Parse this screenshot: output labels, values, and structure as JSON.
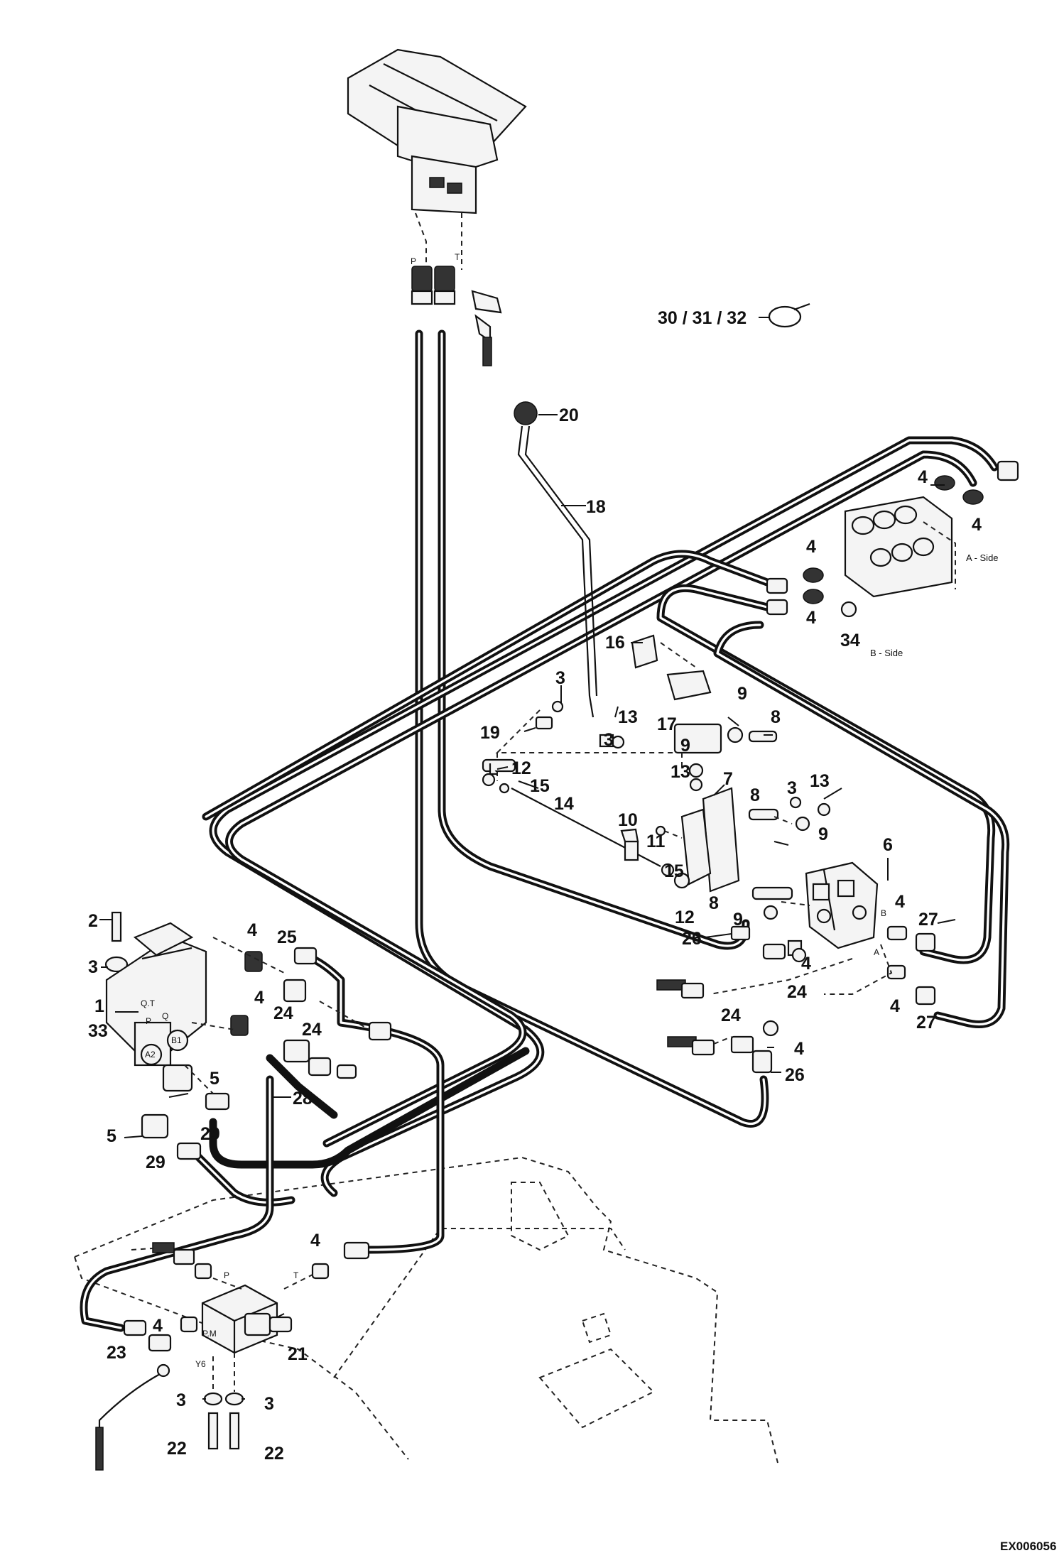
{
  "callouts": {
    "c20": "20",
    "c18": "18",
    "c16": "16",
    "c3a": "3",
    "c13a": "13",
    "c3b": "3",
    "c19": "19",
    "c17": "17",
    "c9a": "9",
    "c8a": "8",
    "c9b": "9",
    "c13b": "13",
    "c12a": "12",
    "c15a": "15",
    "c14": "14",
    "c7": "7",
    "c8b": "8",
    "c3c": "3",
    "c13c": "13",
    "c10": "10",
    "c11": "11",
    "c9c": "9",
    "c15b": "15",
    "c12b": "12",
    "c6": "6",
    "c8c": "8",
    "c9d": "9",
    "c4g": "4",
    "c27a": "27",
    "c26a": "26",
    "c4h": "4",
    "c24d": "24",
    "c4i": "4",
    "c27b": "27",
    "c24e": "24",
    "c4j": "4",
    "c26b": "26",
    "c4a": "4",
    "c4b": "4",
    "c4c": "4",
    "c4d": "4",
    "c34": "34",
    "c2": "2",
    "c3d": "3",
    "c1": "1",
    "c33": "33",
    "c4e": "4",
    "c25": "25",
    "c24a": "24",
    "c4f": "4",
    "c24b": "24",
    "c5a": "5",
    "c28": "28",
    "c29a": "29",
    "c5b": "5",
    "c29b": "29",
    "c4k": "4",
    "c4l": "4",
    "c23": "23",
    "c21": "21",
    "c3e": "3",
    "c3f": "3",
    "c22a": "22",
    "c22b": "22"
  },
  "clamp_callout": "30 / 31 / 32",
  "side_labels": {
    "a_side": "A - Side",
    "b_side": "B - Side"
  },
  "port_labels": {
    "p_top": "P",
    "t_top": "T",
    "qt": "Q.T",
    "q": "Q",
    "p_block": "P",
    "a2": "A2",
    "b1": "B1",
    "p_valve": "P",
    "t_valve": "T",
    "pm": "P.M",
    "y6": "Y6",
    "b_port": "B",
    "a_port": "A"
  },
  "drawing_code": "EX006056"
}
